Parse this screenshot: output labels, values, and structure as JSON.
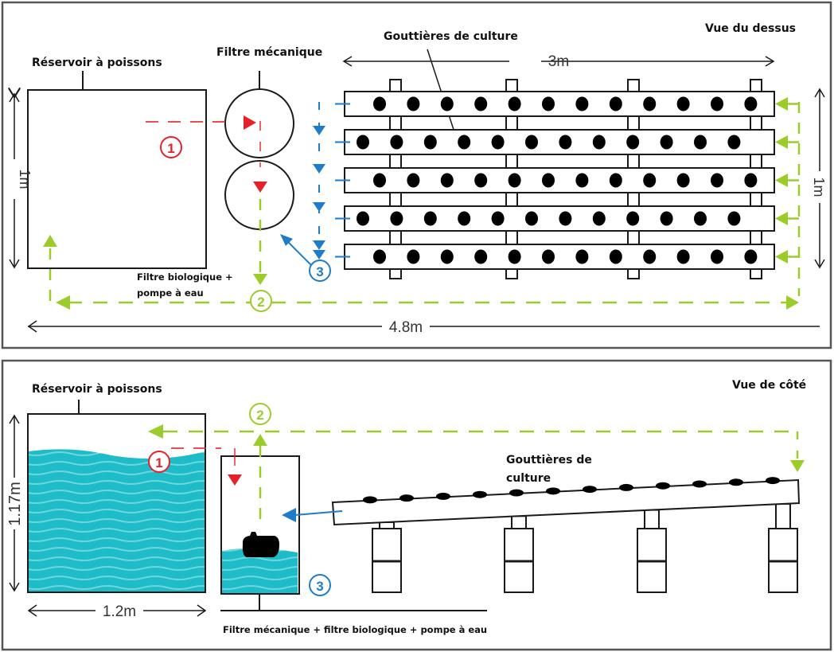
{
  "colors": {
    "red": "#e8202a",
    "green": "#9ccc2c",
    "blue": "#1f7cc8",
    "water": "#1dbcc8",
    "water_stripe": "#6fd6dc",
    "line": "#1a1a1a"
  },
  "top_view": {
    "title": "Vue du dessus",
    "fish_tank_label": "Réservoir à poissons",
    "mech_filter_label": "Filtre mécanique",
    "bio_filter_label_line1": "Filtre biologique +",
    "bio_filter_label_line2": "pompe à eau",
    "gutters_label": "Gouttières de culture",
    "dim_gutters_width": "3m",
    "dim_height_left": "1m",
    "dim_height_right": "1m",
    "dim_total_width": "4.8m",
    "gutter_count": 5,
    "holes_per_gutter": 12,
    "step_markers": [
      {
        "id": "1",
        "color": "red"
      },
      {
        "id": "2",
        "color": "green"
      },
      {
        "id": "3",
        "color": "blue"
      }
    ]
  },
  "side_view": {
    "title": "Vue de côté",
    "fish_tank_label": "Réservoir à poissons",
    "gutters_label_line1": "Gouttières de",
    "gutters_label_line2": "culture",
    "filter_label": "Filtre mécanique + filtre biologique + pompe à eau",
    "dim_height": "1.17m",
    "dim_width": "1.2m",
    "holes_count": 12,
    "support_count": 4,
    "step_markers": [
      {
        "id": "1",
        "color": "red"
      },
      {
        "id": "2",
        "color": "green"
      },
      {
        "id": "3",
        "color": "blue"
      }
    ]
  }
}
